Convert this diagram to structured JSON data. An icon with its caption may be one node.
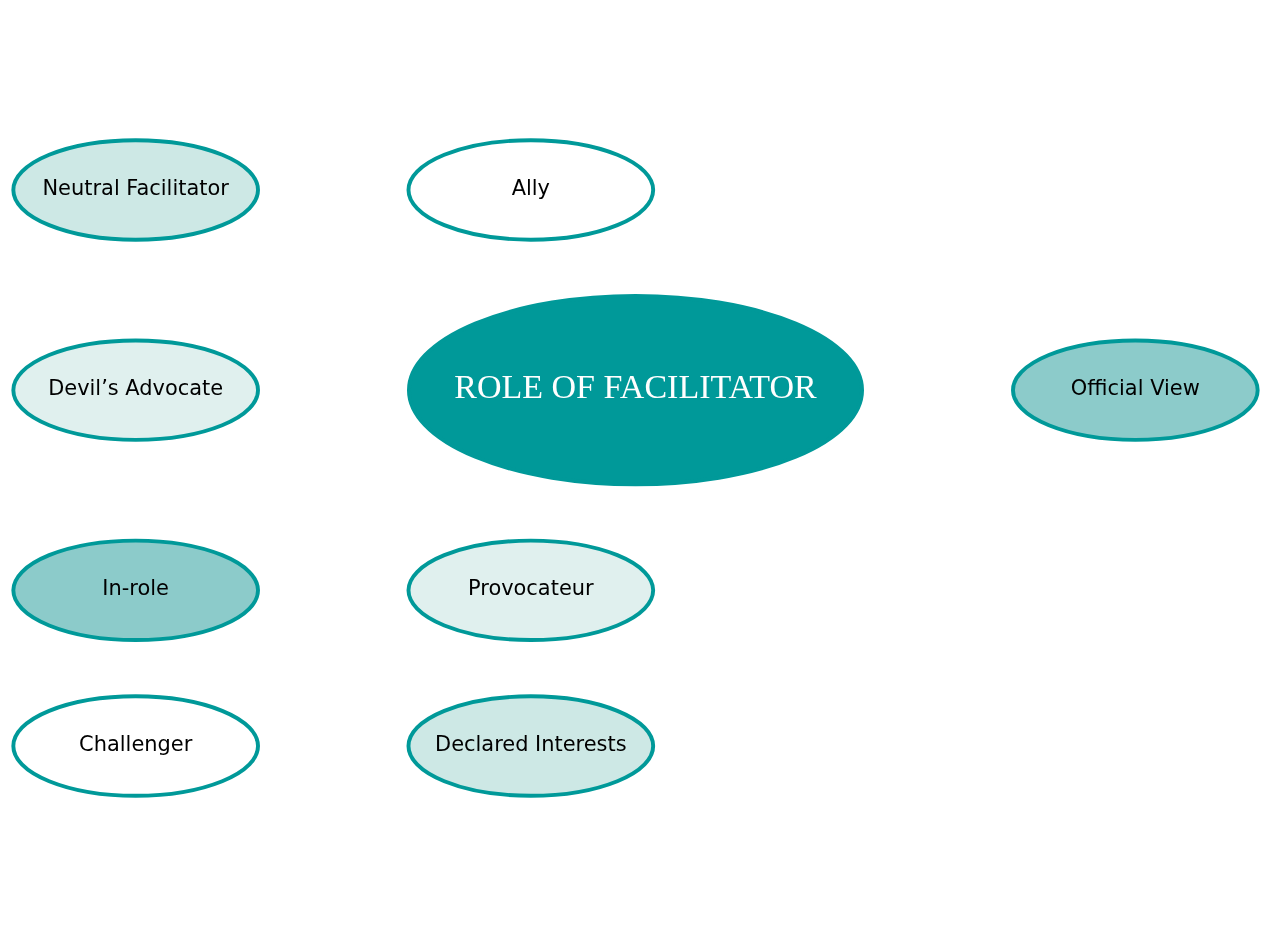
{
  "diagram": {
    "nodes": [
      {
        "text": [
          "Neutral Facilitator"
        ]
      },
      {
        "text": [
          "Ally"
        ]
      },
      {
        "text": [
          "Devil’s Advocate"
        ]
      },
      {
        "text": [
          "Official View"
        ]
      },
      {
        "text": [
          "ROLE OF FACILITATOR"
        ]
      },
      {
        "text": [
          "In-role"
        ]
      },
      {
        "text": [
          "Provocateur"
        ]
      },
      {
        "text": [
          "Challenger"
        ]
      },
      {
        "text": [
          "Declared Interests"
        ]
      }
    ]
  }
}
